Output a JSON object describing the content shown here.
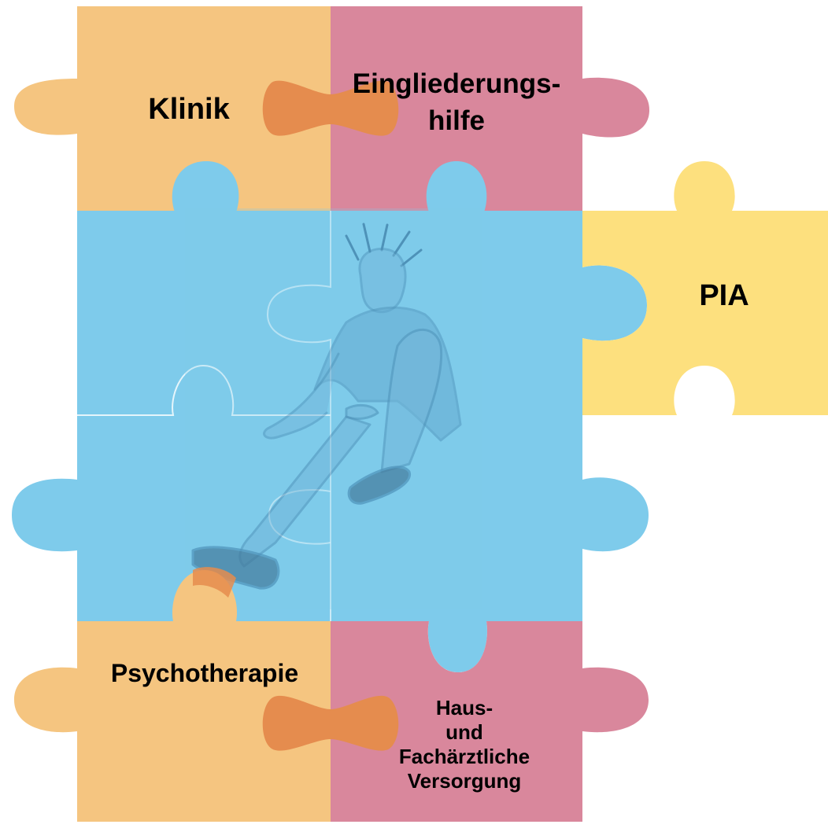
{
  "pieces": {
    "klinik": {
      "label": "Klinik",
      "color": "#F5C580"
    },
    "eingliederungshilfe": {
      "line1": "Eingliederungs-",
      "line2": "hilfe",
      "color": "#D9879C"
    },
    "pia": {
      "label": "PIA",
      "color": "#FDE07E"
    },
    "psychotherapie": {
      "label": "Psychotherapie",
      "color": "#F5C580"
    },
    "haus_fachaerztliche": {
      "line1": "Haus-",
      "line2": "und",
      "line3": "Fachärztliche",
      "line4": "Versorgung",
      "color": "#D9879C"
    },
    "center": {
      "color": "#7ECBEB",
      "figure": "seated-man-illustration"
    },
    "connector_color": "#E58C4E"
  }
}
